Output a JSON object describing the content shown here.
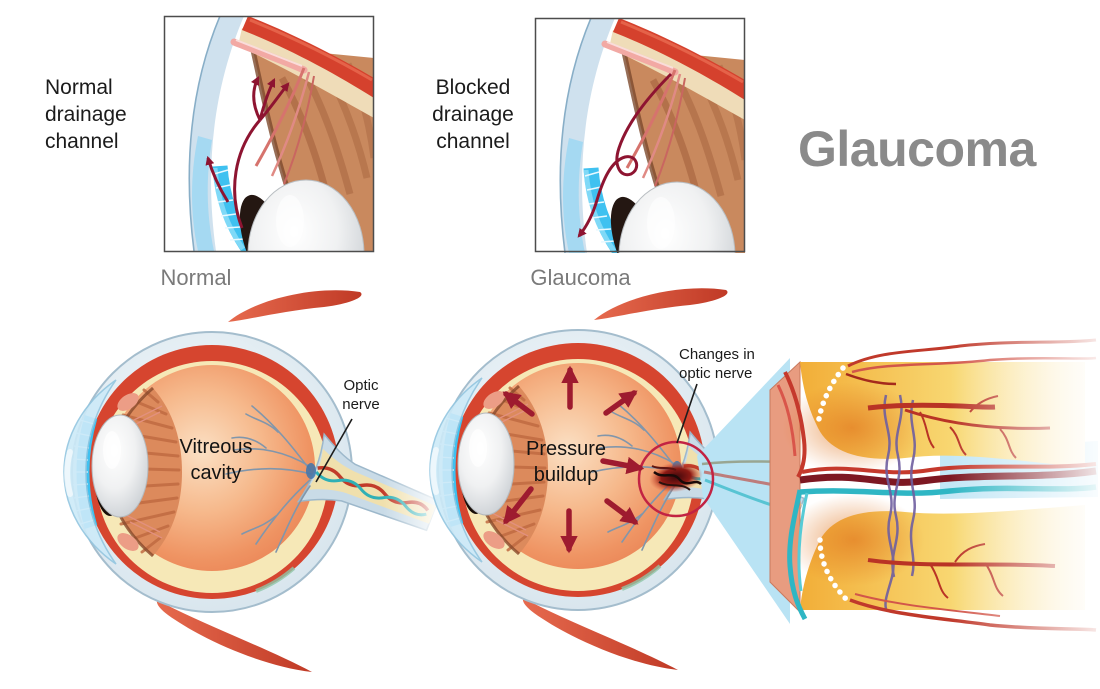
{
  "title": {
    "text": "Glaucoma",
    "color": "#8a8a8a"
  },
  "insets": {
    "normal": {
      "label": "Normal drainage channel",
      "caption": "Normal"
    },
    "blocked": {
      "label": "Blocked drainage channel",
      "caption": "Glaucoma"
    }
  },
  "normal_eye": {
    "cavity_label": "Vitreous cavity",
    "nerve_label": "Optic nerve"
  },
  "glaucoma_eye": {
    "pressure_label": "Pressure buildup",
    "changes_label": "Changes in optic nerve"
  },
  "colors": {
    "label_text": "#1b1b1b",
    "caption_text": "#7a7a7a",
    "title_gray": "#8a8a8a",
    "arrow_red": "#9e1b2f",
    "annotation_circle_red": "#c22343",
    "callout_cone_blue": "#b9e3f4",
    "eye_red_ring": "#d6452f",
    "iris_blue": "#3fc1f0",
    "vitreous_orange": "#f09a6a",
    "cream_ring": "#f6e8b7",
    "nerve_tissue_yellow": "#f3b13c",
    "teal_vessel": "#2fb6c4"
  }
}
